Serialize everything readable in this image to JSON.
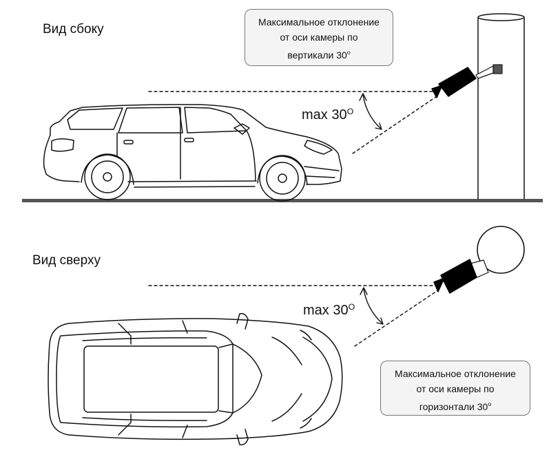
{
  "side_view": {
    "title": "Вид сбоку",
    "callout": {
      "line1": "Максимальное отклонение",
      "line2": "от оси камеры по",
      "line3": "вертикали 30",
      "degree": "o"
    },
    "angle_label": {
      "text": "max 30",
      "degree": "O"
    }
  },
  "top_view": {
    "title": "Вид сверху",
    "callout": {
      "line1": "Максимальное отклонение",
      "line2": "от оси камеры по",
      "line3": "горизонтали 30",
      "degree": "o"
    },
    "angle_label": {
      "text": "max 30",
      "degree": "O"
    }
  },
  "colors": {
    "line": "#111111",
    "ground": "#555555",
    "callout_bg": "#f4f4f4",
    "callout_border": "#777777"
  },
  "icons": {
    "camera": "camera-icon",
    "pole": "pole-icon",
    "car": "car-icon"
  }
}
